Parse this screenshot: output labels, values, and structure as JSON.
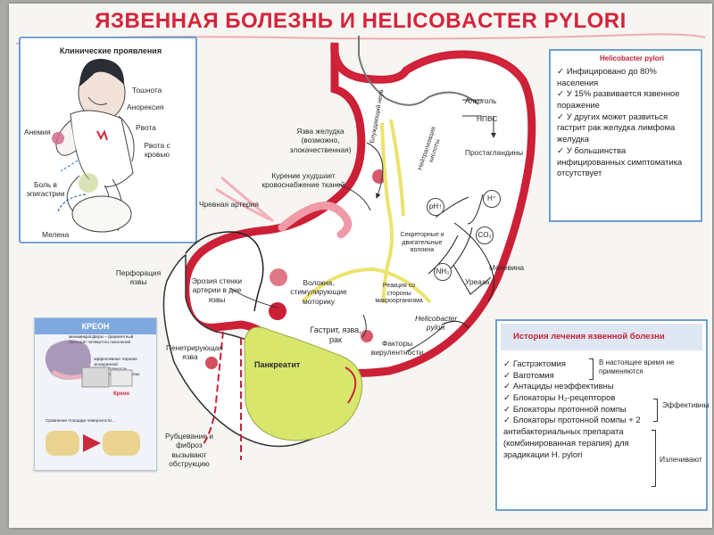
{
  "poster": {
    "title": "ЯЗВЕННАЯ БОЛЕЗНЬ И HELICOBACTER PYLORI",
    "colors": {
      "red": "#d4243c",
      "yellow": "#d8e76c",
      "blue": "#4a88c8"
    }
  },
  "clinical": {
    "title": "Клинические проявления",
    "labels": [
      "Тошнота",
      "Анорексия",
      "Рвота",
      "Рвота с кровью",
      "Анемия",
      "Боль в эпигастрии",
      "Мелена"
    ]
  },
  "diagram": {
    "labels": {
      "ulcer": "Язва желудка (возможно, злокачественная)",
      "smoking": "Курение ухудшает кровоснабжение тканей",
      "artery": "Чревная артерия",
      "perforation": "Перфорация язвы",
      "erosion": "Эрозия стенки артерии в дне язвы",
      "motor": "Волокна, стимулирующие моторику",
      "penetrating": "Пенетрирующая язва",
      "pancreatitis": "Панкреатит",
      "scarring": "Рубцевание и фиброз вызывают обструкцию",
      "vagus": "Блуждающий нерв",
      "acid": "Нейтрализация кислоты",
      "secretory": "Секреторные и двигательные волокна",
      "response": "Реакция со стороны макроорганизма",
      "gastritis": "Гастрит, язва, рак",
      "virulence": "Факторы вирулентности",
      "hpylori": "Helicobacter pylori",
      "alcohol": "Алкоголь",
      "nsaid": "НПВС",
      "prostaglandins": "Простагландины",
      "urease": "Уреаза",
      "urea": "Мочевина",
      "ph": "pH↑",
      "h": "H⁺",
      "co2": "CO₂",
      "nh3": "NH₃"
    }
  },
  "hp_box": {
    "title": "Helicobacter pylori",
    "items": [
      "Инфицировано до 80% населения",
      "У 15% развивается язвенное поражение",
      "У других может развиться гастрит рак желудка лимфома желудка",
      "У большинства инфицированных симптоматика отсутствует"
    ]
  },
  "history": {
    "title": "История лечения язвенной болезни",
    "items": [
      "Гастрэктомия",
      "Ваготомия",
      "Антациды неэффективны",
      "Блокаторы H₂-рецепторов",
      "Блокаторы протонной помпы",
      "Блокаторы протонной помпы + 2 антибактериальных препарата (комбинированная терапия) для эрадикации H. pylori"
    ],
    "notes": {
      "old": "В настоящее время не применяются",
      "effective": "Эффективны",
      "cure": "Излечивают"
    }
  },
  "ad": {
    "title": "КРЕОН",
    "subtitle": "минимикросферы – ферментный препарат четвертого поколения",
    "brand": "Креон",
    "text1": "эффективная терапия экзокринной недостаточности поджелудочной железы",
    "text2": "Сравнение площади поверхности..."
  }
}
